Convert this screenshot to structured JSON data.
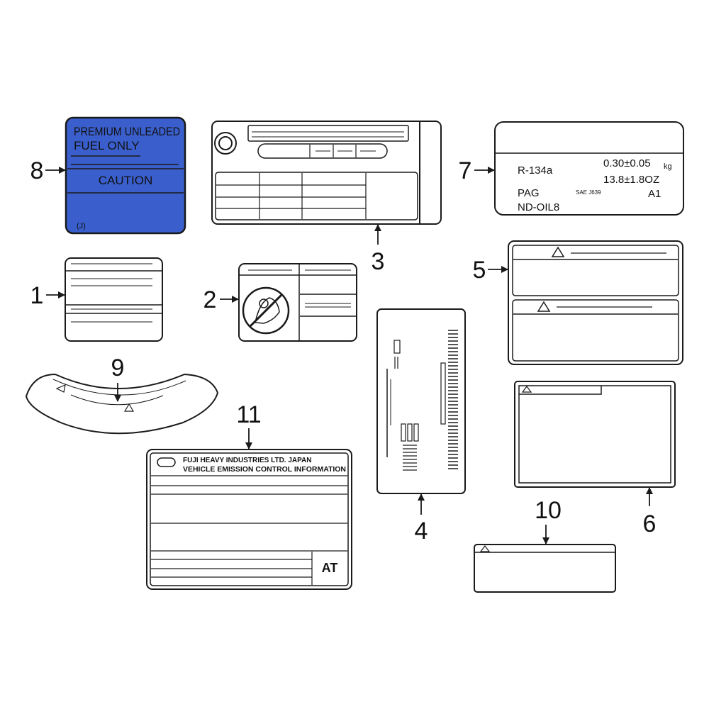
{
  "colors": {
    "highlight": "#3a5fcd",
    "stroke": "#1a1a1a",
    "background": "#ffffff"
  },
  "callouts": {
    "n1": "1",
    "n2": "2",
    "n3": "3",
    "n4": "4",
    "n5": "5",
    "n6": "6",
    "n7": "7",
    "n8": "8",
    "n9": "9",
    "n10": "10",
    "n11": "11"
  },
  "label8": {
    "line1": "PREMIUM UNLEADED",
    "line2": "FUEL ONLY",
    "caution": "CAUTION",
    "mark": "(J)"
  },
  "label7": {
    "refrigerant": "R-134a",
    "charge_kg": "0.30±0.05",
    "unit_kg": "kg",
    "charge_oz": "13.8±1.8OZ",
    "oil_type": "PAG",
    "sae": "SAE J639",
    "code": "A1",
    "oil_name": "ND-OIL8"
  },
  "label11": {
    "line1": "FUJI HEAVY INDUSTRIES LTD.  JAPAN",
    "line2": "VEHICLE EMISSION CONTROL INFORMATION",
    "transmission": "AT"
  }
}
